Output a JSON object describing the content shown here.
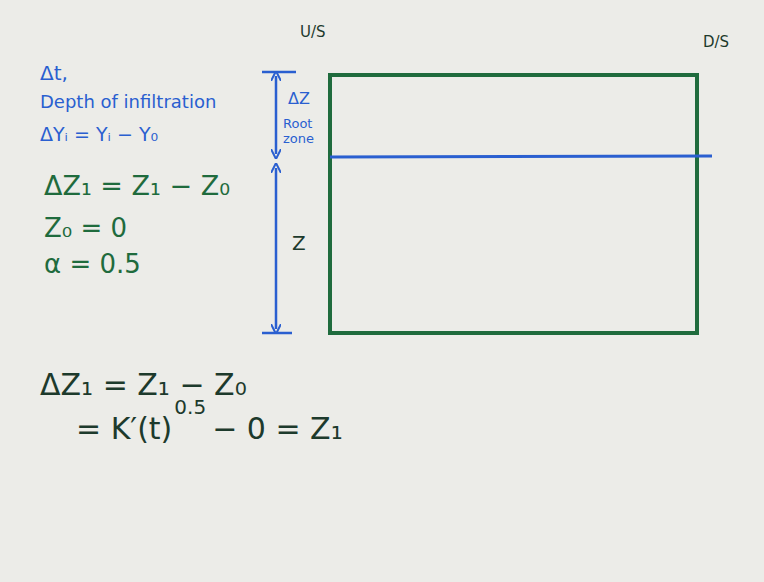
{
  "diagram": {
    "labels": [
      "U/S",
      "D/S",
      "Δt,",
      "Depth of infiltration",
      "ΔYᵢ = Yᵢ − Y₀",
      "ΔZ",
      "Root zone",
      "Z",
      "ΔZ₁ = Z₁ − Z₀",
      "Z₀ = 0",
      "α = 0.5",
      "ΔZ₁ = Z₁ − Z₀",
      "= K′(t)",
      "0.5",
      "− 0 = Z₁"
    ]
  }
}
